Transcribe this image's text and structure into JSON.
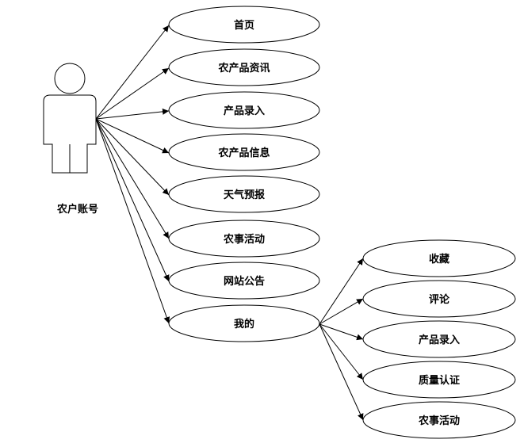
{
  "actor": {
    "label": "农户账号",
    "icon": "user-actor-icon"
  },
  "use_cases": [
    {
      "id": "home",
      "label": "首页"
    },
    {
      "id": "news",
      "label": "农产品资讯"
    },
    {
      "id": "product-entry",
      "label": "产品录入"
    },
    {
      "id": "product-info",
      "label": "农产品信息"
    },
    {
      "id": "weather",
      "label": "天气预报"
    },
    {
      "id": "farm-events",
      "label": "农事活动"
    },
    {
      "id": "announcements",
      "label": "网站公告"
    },
    {
      "id": "mine",
      "label": "我的"
    }
  ],
  "mine_sub_cases": [
    {
      "id": "favorites",
      "label": "收藏"
    },
    {
      "id": "comments",
      "label": "评论"
    },
    {
      "id": "my-product-entry",
      "label": "产品录入"
    },
    {
      "id": "quality-cert",
      "label": "质量认证"
    },
    {
      "id": "my-farm-events",
      "label": "农事活动"
    }
  ],
  "colors": {
    "stroke": "#000000",
    "fill": "#ffffff",
    "text": "#000000"
  }
}
